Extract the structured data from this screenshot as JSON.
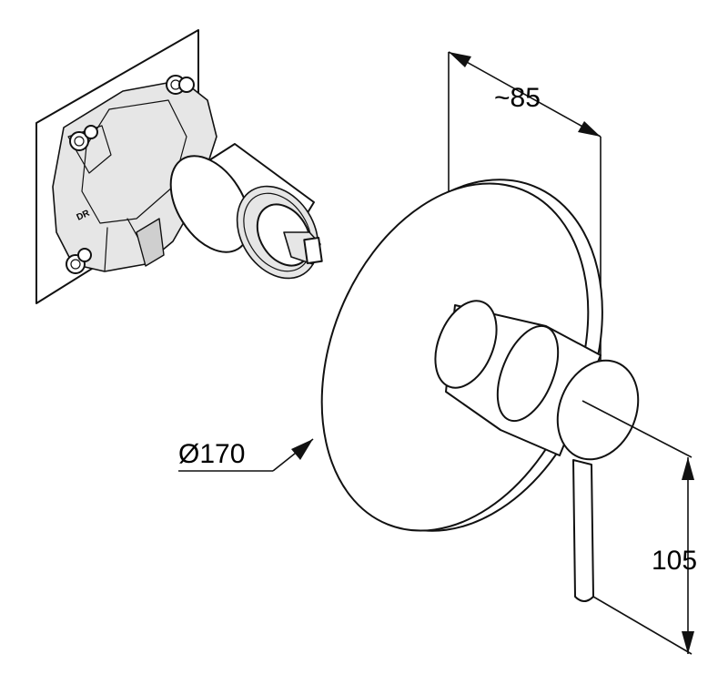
{
  "dimensions": {
    "depth": "~85",
    "diameter": "Ø170",
    "height": "105"
  },
  "body_marking": "DR"
}
